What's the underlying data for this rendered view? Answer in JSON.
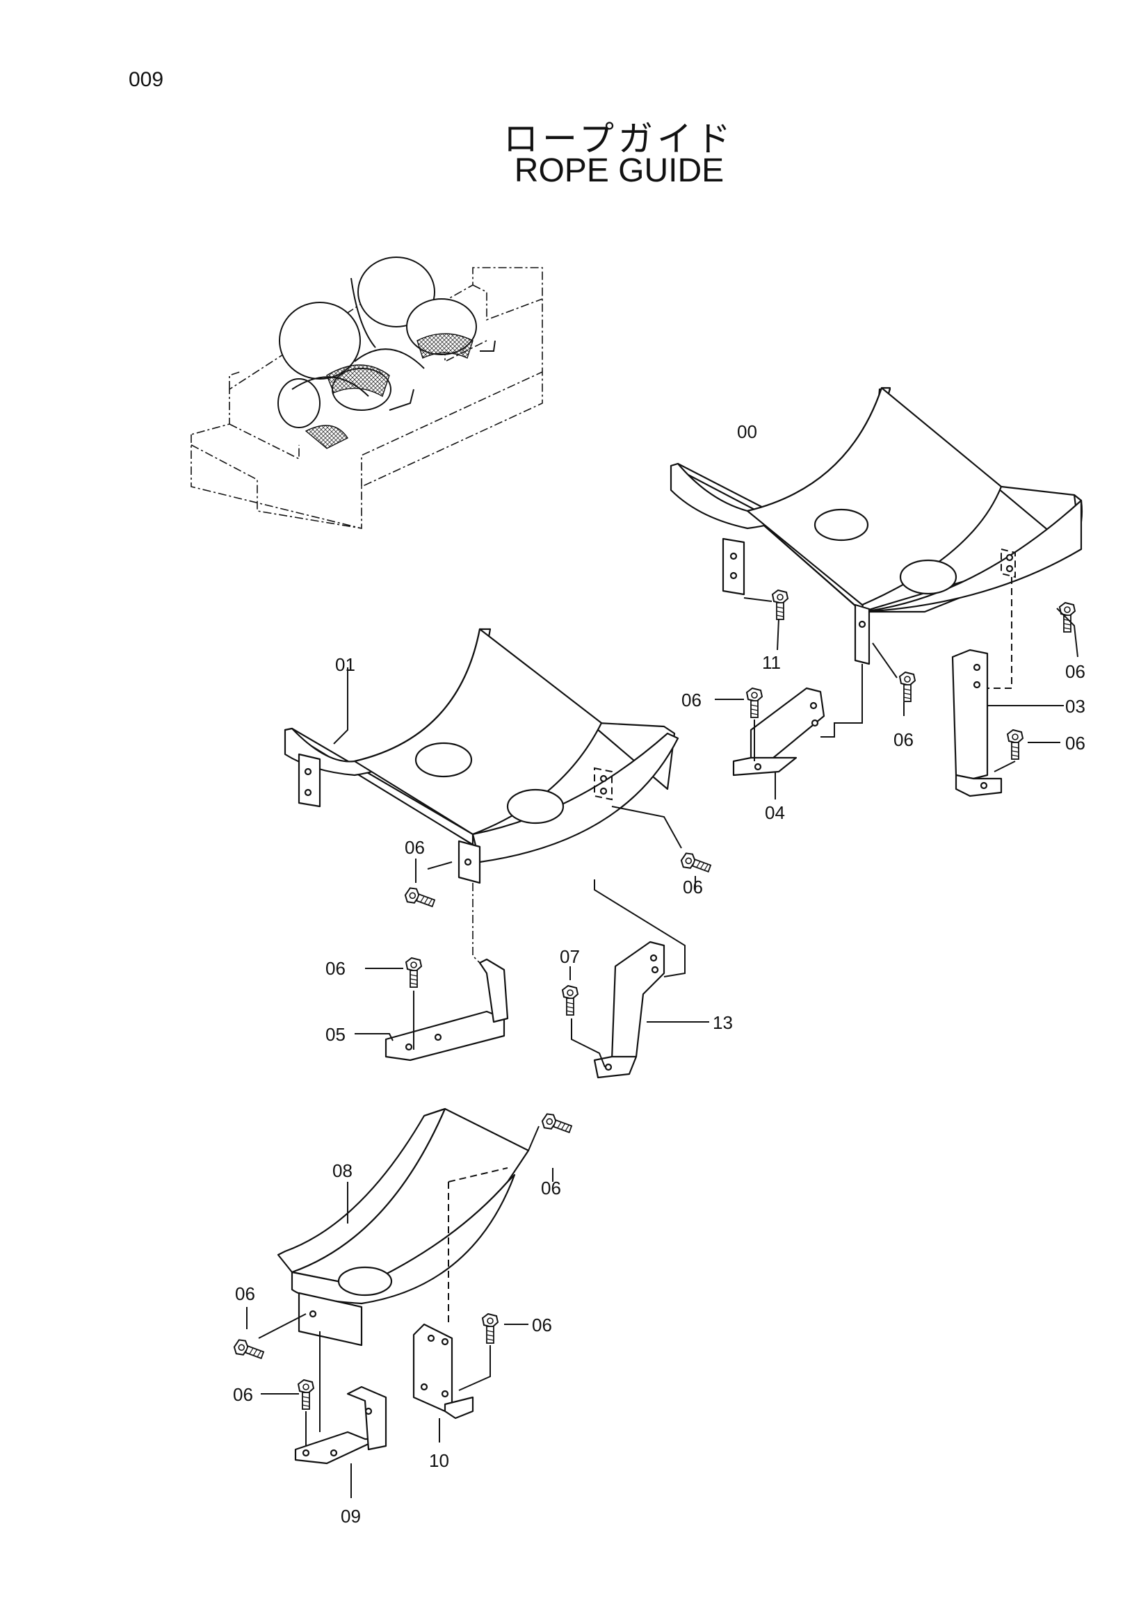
{
  "page": {
    "number": "009"
  },
  "title": {
    "japanese": "ロープガイド",
    "english": "ROPE GUIDE"
  },
  "callouts": [
    {
      "id": "c00",
      "label": "00"
    },
    {
      "id": "c11",
      "label": "11"
    },
    {
      "id": "c06a",
      "label": "06"
    },
    {
      "id": "c03",
      "label": "03"
    },
    {
      "id": "c06b",
      "label": "06"
    },
    {
      "id": "c06c",
      "label": "06"
    },
    {
      "id": "c06d",
      "label": "06"
    },
    {
      "id": "c04",
      "label": "04"
    },
    {
      "id": "c01",
      "label": "01"
    },
    {
      "id": "c06e",
      "label": "06"
    },
    {
      "id": "c06f",
      "label": "06"
    },
    {
      "id": "c06g",
      "label": "06"
    },
    {
      "id": "c07",
      "label": "07"
    },
    {
      "id": "c13",
      "label": "13"
    },
    {
      "id": "c05",
      "label": "05"
    },
    {
      "id": "c08",
      "label": "08"
    },
    {
      "id": "c06h",
      "label": "06"
    },
    {
      "id": "c06i",
      "label": "06"
    },
    {
      "id": "c06j",
      "label": "06"
    },
    {
      "id": "c06k",
      "label": "06"
    },
    {
      "id": "c09",
      "label": "09"
    },
    {
      "id": "c10",
      "label": "10"
    }
  ]
}
